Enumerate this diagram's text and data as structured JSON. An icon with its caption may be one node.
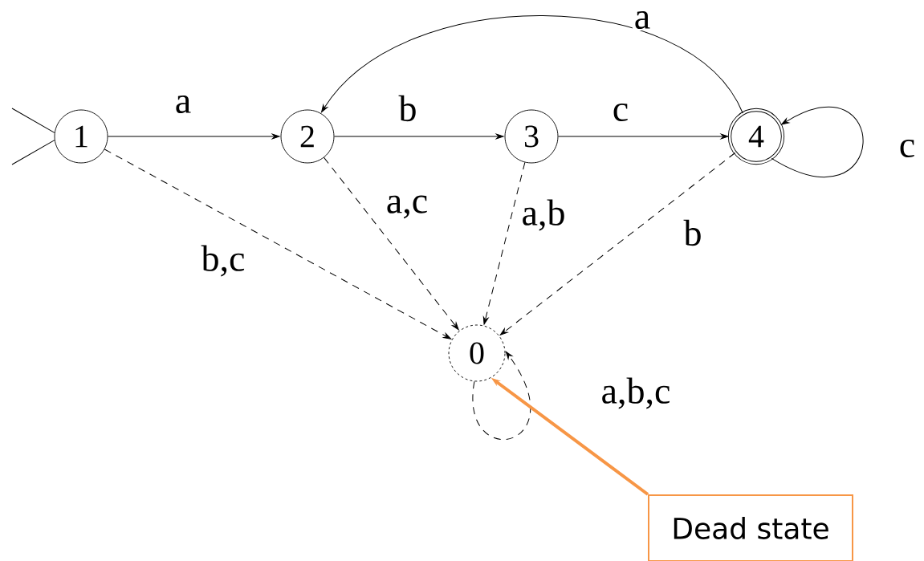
{
  "diagram": {
    "nodes": [
      {
        "text": [
          "1"
        ]
      },
      {
        "text": [
          "2"
        ]
      },
      {
        "text": [
          "3"
        ]
      },
      {
        "text": [
          "4"
        ]
      },
      {
        "text": [
          "0"
        ]
      },
      {
        "text": [
          "Dead state"
        ]
      }
    ],
    "edges": [
      {
        "from": null,
        "to": 0,
        "arrow": "none"
      },
      {
        "from": 0,
        "to": 1,
        "arrow": "to",
        "label": "a"
      },
      {
        "from": 1,
        "to": 2,
        "arrow": "to",
        "label": "b"
      },
      {
        "from": 2,
        "to": 3,
        "arrow": "to",
        "label": "c"
      },
      {
        "from": 3,
        "to": 1,
        "arrow": "to",
        "label": "a"
      },
      {
        "from": 3,
        "to": 3,
        "arrow": "to",
        "label": "c"
      },
      {
        "from": 0,
        "to": 4,
        "arrow": "to",
        "label": "b,c",
        "style": "dashed"
      },
      {
        "from": 1,
        "to": 4,
        "arrow": "to",
        "label": "a,c",
        "style": "dashed"
      },
      {
        "from": 2,
        "to": 4,
        "arrow": "to",
        "label": "a,b",
        "style": "dashed"
      },
      {
        "from": 3,
        "to": 4,
        "arrow": "to",
        "label": "b",
        "style": "dashed"
      },
      {
        "from": 4,
        "to": 4,
        "arrow": "to",
        "label": "a,b,c",
        "style": "dashed"
      },
      {
        "from": 5,
        "to": 4,
        "arrow": "to",
        "style": "thick",
        "color": "#f79646"
      }
    ]
  }
}
